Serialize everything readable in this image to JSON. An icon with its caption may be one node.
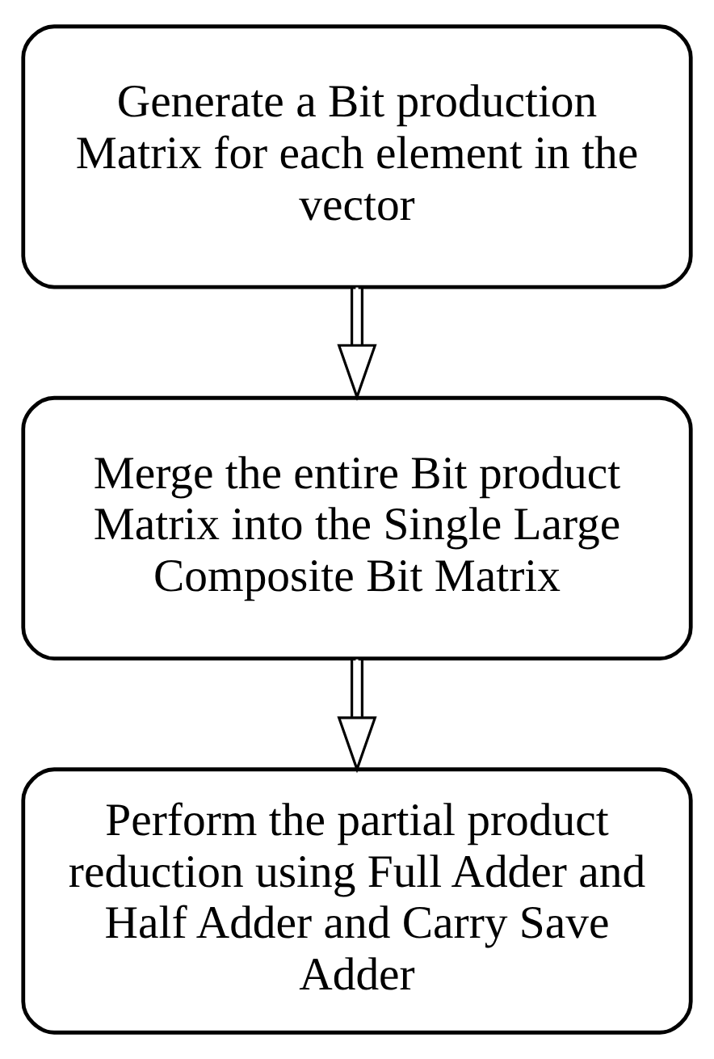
{
  "diagram": {
    "nodes": [
      {
        "text": [
          "Generate a Bit production Matrix for each element in the vector"
        ]
      },
      {
        "text": [
          "Merge the entire Bit product Matrix into the Single Large Composite Bit Matrix"
        ]
      },
      {
        "text": [
          "Perform the partial product reduction using Full Adder and Half Adder and Carry Save Adder"
        ]
      }
    ],
    "edges": [
      {
        "from": 0,
        "to": 1,
        "arrow": "to"
      },
      {
        "from": 1,
        "to": 2,
        "arrow": "to"
      }
    ]
  }
}
